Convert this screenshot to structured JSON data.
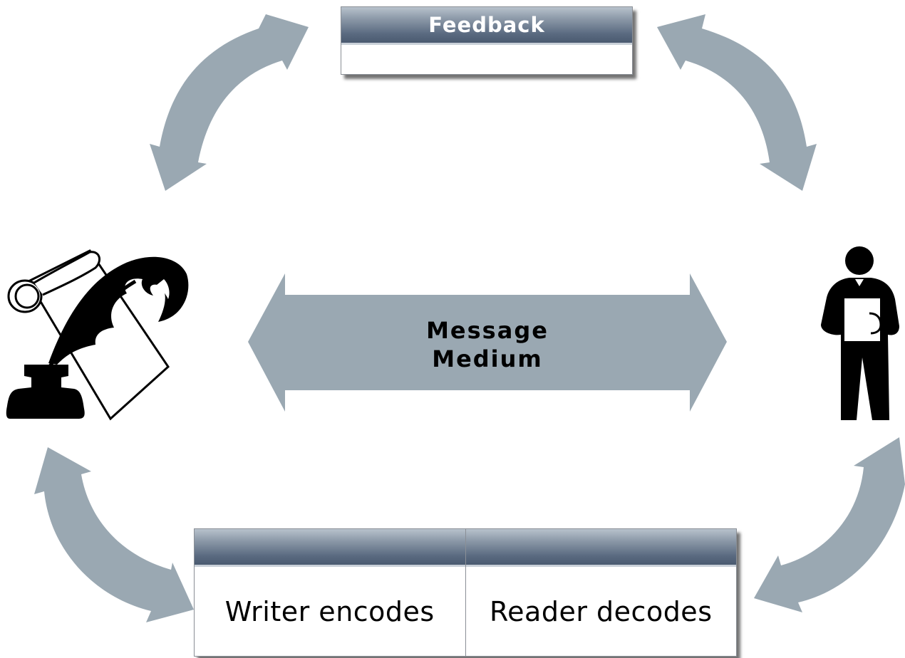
{
  "feedback": {
    "title": "Feedback"
  },
  "message": {
    "line1": "Message",
    "line2": "Medium"
  },
  "process": {
    "writer_label": "Writer encodes",
    "reader_label": "Reader decodes"
  },
  "icons": {
    "writer": "quill-ink-scroll-icon",
    "reader": "person-holding-paper-icon"
  },
  "colors": {
    "arrow": "#9aa8b2",
    "header_gradient_dark": "#4a5a70",
    "header_gradient_light": "#b8c2cc",
    "icon": "#000000"
  }
}
